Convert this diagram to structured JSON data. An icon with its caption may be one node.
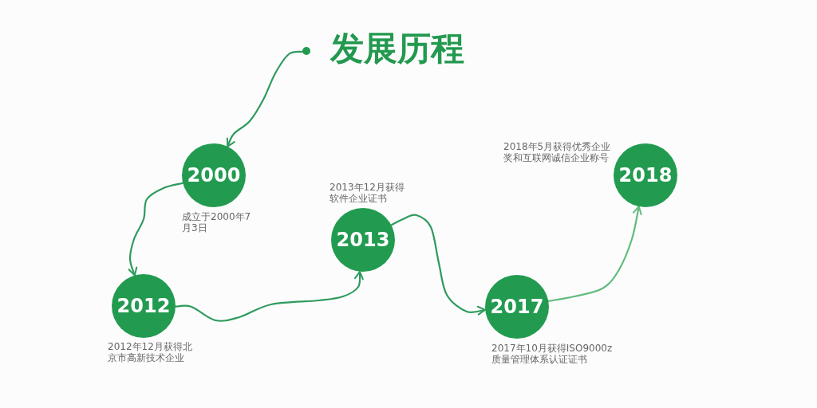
{
  "diagram": {
    "title": "发展历程",
    "nodes": [
      {
        "text": [],
        "shape": "circle"
      },
      {
        "text": [
          "2000"
        ],
        "beside": [
          "成立于2000年7月3日"
        ]
      },
      {
        "text": [
          "2012"
        ],
        "beside": [
          "2012年12月获得北京市高新技术企业"
        ]
      },
      {
        "text": [
          "2013"
        ],
        "beside": [
          "2013年12月获得软件企业证书"
        ]
      },
      {
        "text": [
          "2017"
        ],
        "beside": [
          "2017年10月获得ISO9000z质量管理体系认证证书"
        ]
      },
      {
        "text": [
          "2018"
        ],
        "beside": [
          "2018年5月获得优秀企业奖和互联网诚信企业称号"
        ]
      }
    ],
    "edges": [
      {
        "from": 0,
        "to": 1,
        "arrow": "to"
      },
      {
        "from": 1,
        "to": 2,
        "arrow": "to"
      },
      {
        "from": 2,
        "to": 3,
        "arrow": "to"
      },
      {
        "from": 3,
        "to": 4,
        "arrow": "to"
      },
      {
        "from": 4,
        "to": 5,
        "arrow": "to",
        "color": "#62bb7e"
      }
    ]
  }
}
